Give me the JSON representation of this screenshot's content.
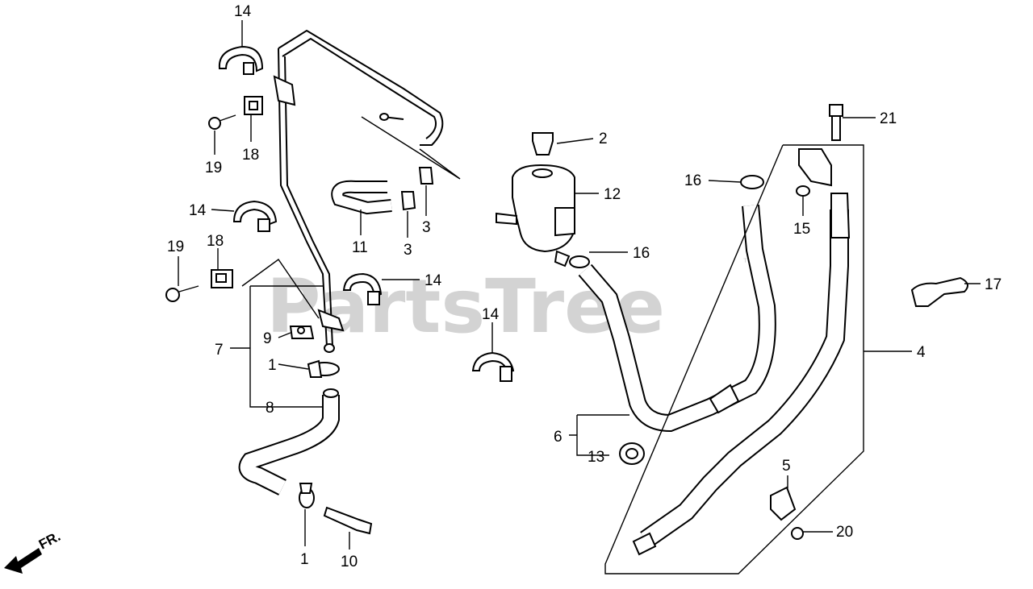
{
  "watermark": {
    "text": "PartsTree",
    "tm": "™"
  },
  "direction": {
    "label": "FR."
  },
  "callouts": [
    {
      "id": "c14a",
      "text": "14"
    },
    {
      "id": "c19a",
      "text": "19"
    },
    {
      "id": "c18a",
      "text": "18"
    },
    {
      "id": "c14b",
      "text": "14"
    },
    {
      "id": "c19b",
      "text": "19"
    },
    {
      "id": "c18b",
      "text": "18"
    },
    {
      "id": "c11",
      "text": "11"
    },
    {
      "id": "c3a",
      "text": "3"
    },
    {
      "id": "c3b",
      "text": "3"
    },
    {
      "id": "c14c",
      "text": "14"
    },
    {
      "id": "c9",
      "text": "9"
    },
    {
      "id": "c7",
      "text": "7"
    },
    {
      "id": "c1a",
      "text": "1"
    },
    {
      "id": "c8",
      "text": "8"
    },
    {
      "id": "c1b",
      "text": "1"
    },
    {
      "id": "c10",
      "text": "10"
    },
    {
      "id": "c2",
      "text": "2"
    },
    {
      "id": "c12",
      "text": "12"
    },
    {
      "id": "c16a",
      "text": "16"
    },
    {
      "id": "c14d",
      "text": "14"
    },
    {
      "id": "c16b",
      "text": "16"
    },
    {
      "id": "c6",
      "text": "6"
    },
    {
      "id": "c13",
      "text": "13"
    },
    {
      "id": "c21",
      "text": "21"
    },
    {
      "id": "c15",
      "text": "15"
    },
    {
      "id": "c17",
      "text": "17"
    },
    {
      "id": "c4",
      "text": "4"
    },
    {
      "id": "c5",
      "text": "5"
    },
    {
      "id": "c20",
      "text": "20"
    }
  ]
}
